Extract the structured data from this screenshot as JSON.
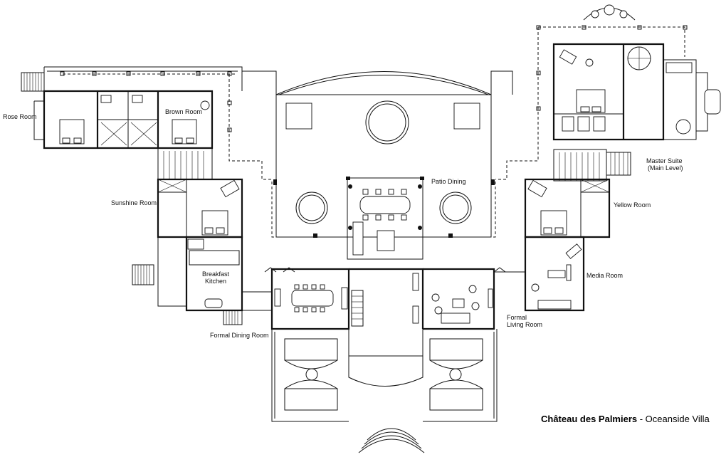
{
  "title": {
    "bold": "Château des Palmiers",
    "rest": " - Oceanside Villa"
  },
  "rooms": {
    "rose": "Rose Room",
    "brown": "Brown Room",
    "sunshine": "Sunshine Room",
    "breakfast_1": "Breakfast",
    "breakfast_2": "Kitchen",
    "formal_dining": "Formal Dining Room",
    "patio_dining": "Patio Dining",
    "master_1": "Master Suite",
    "master_2": "(Main Level)",
    "yellow": "Yellow Room",
    "media": "Media Room",
    "formal_living_1": "Formal",
    "formal_living_2": "Living Room"
  }
}
